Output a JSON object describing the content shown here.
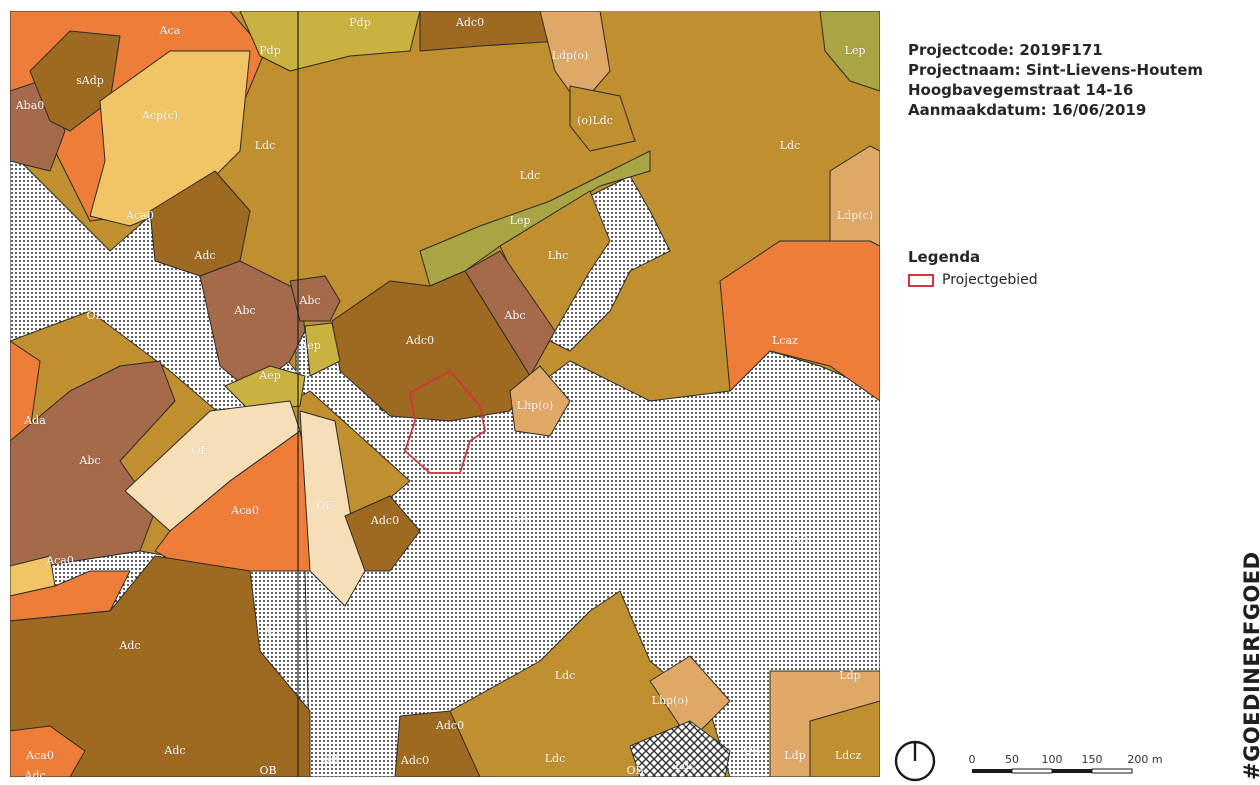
{
  "project": {
    "code_line": "Projectcode: 2019F171",
    "name_line": "Projectnaam: Sint-Lievens-Houtem",
    "address_line": "Hoogbavegemstraat 14-16",
    "date_line": "Aanmaakdatum: 16/06/2019"
  },
  "legend": {
    "title": "Legenda",
    "items": [
      {
        "label": "Projectgebied",
        "color": "#d6333a"
      }
    ]
  },
  "scalebar": {
    "ticks": [
      "0",
      "50",
      "100",
      "150",
      "200 m"
    ]
  },
  "branding": {
    "hashtag": "#GOEDINERFGOED"
  },
  "map": {
    "colors": {
      "A_light": "#f1c566",
      "A_orange": "#ee7d3a",
      "A_brown_dark": "#9e6a22",
      "A_brown_red": "#a46a4a",
      "L_golden": "#c08f30",
      "L_light": "#e0a866",
      "P_yellow": "#c9b23f",
      "E_olive": "#a9a444",
      "OE_cream": "#f6dfb7",
      "OB_dots": "#333333",
      "project_outline": "#d6333a"
    },
    "labels": [
      "Aca",
      "sAdp",
      "Aba0",
      "Acp(c)",
      "Pdp",
      "Pdp",
      "Adc0",
      "Ldp(o)",
      "Lep",
      "(o)Ldc",
      "Ldc",
      "Ldc",
      "Ldc",
      "Ldp(c)",
      "Lep",
      "Lhc",
      "Aca0",
      "Adc",
      "Abc",
      "Abc",
      "Abc",
      "Aep",
      "Aep",
      "Adc0",
      "Lcaz",
      "OB",
      "OE",
      "Ada",
      "Abc",
      "Lhp(o)",
      "Aca0",
      "OE",
      "Adc0",
      "OB",
      "OB",
      "Aca0",
      "OB",
      "Adc",
      "Ldc",
      "Lhp(o)",
      "Adc0",
      "Ldp",
      "Aca0",
      "Adc",
      "OB",
      "OB",
      "Adc0",
      "Ldc",
      "Ldc",
      "OB",
      "Ldp",
      "Ldcz",
      "Adc",
      "OB"
    ]
  }
}
